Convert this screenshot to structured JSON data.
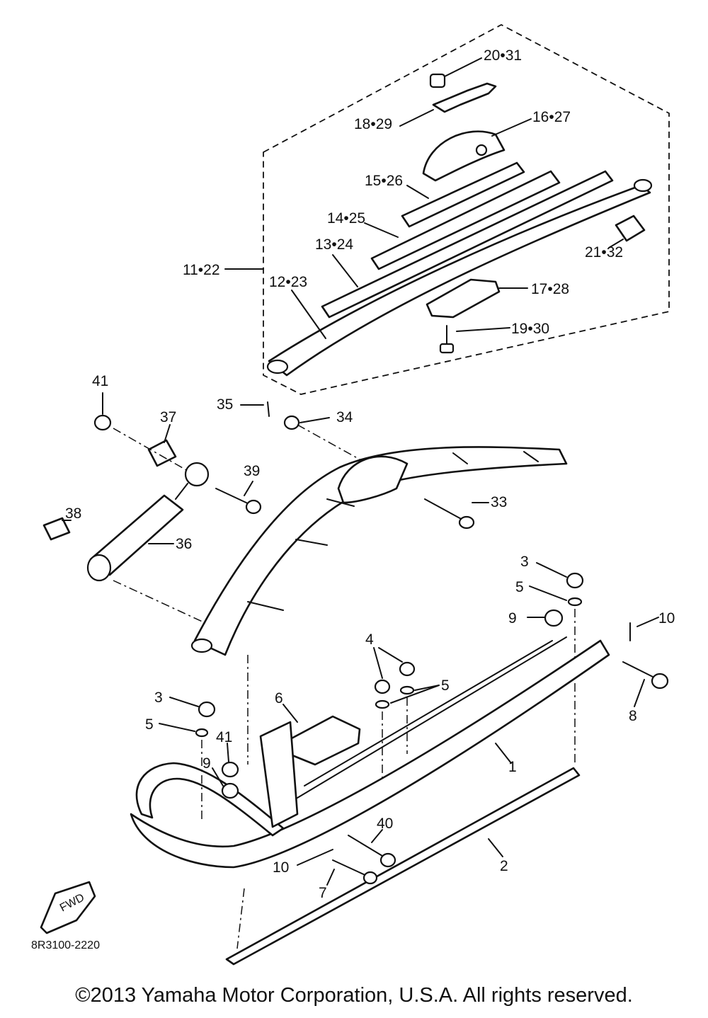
{
  "figure_code": "8R3100-2220",
  "fwd_label": "FWD",
  "copyright": "©2013 Yamaha Motor Corporation, U.S.A. All rights reserved.",
  "callouts": {
    "c1": "1",
    "c2": "2",
    "c3a": "3",
    "c3b": "3",
    "c4": "4",
    "c5a": "5",
    "c5b": "5",
    "c5c": "5",
    "c6": "6",
    "c7": "7",
    "c8": "8",
    "c9a": "9",
    "c9b": "9",
    "c10a": "10",
    "c10b": "10",
    "c11": "11•22",
    "c12": "12•23",
    "c13": "13•24",
    "c14": "14•25",
    "c15": "15•26",
    "c16": "16•27",
    "c17": "17•28",
    "c18": "18•29",
    "c19": "19•30",
    "c20": "20•31",
    "c21": "21•32",
    "c33": "33",
    "c34": "34",
    "c35": "35",
    "c36": "36",
    "c37": "37",
    "c38": "38",
    "c39": "39",
    "c40": "40",
    "c41a": "41",
    "c41b": "41"
  }
}
